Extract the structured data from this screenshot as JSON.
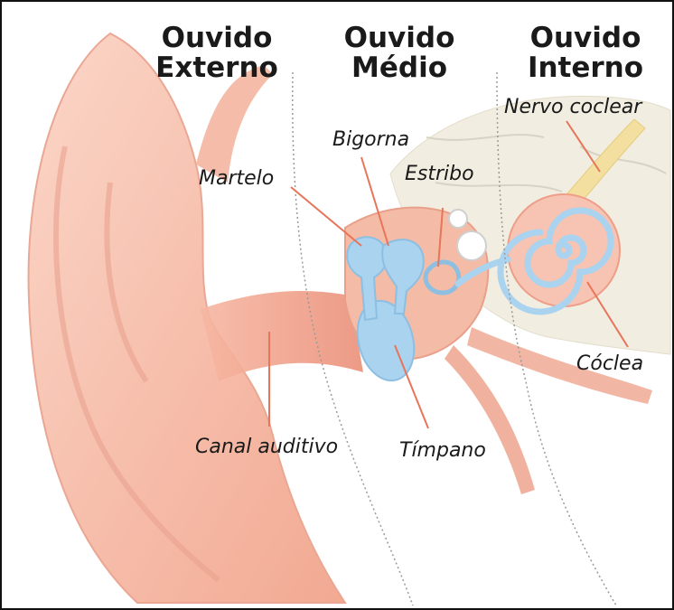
{
  "headings": {
    "external": {
      "line1": "Ouvido",
      "line2": "Externo"
    },
    "middle": {
      "line1": "Ouvido",
      "line2": "Médio"
    },
    "inner": {
      "line1": "Ouvido",
      "line2": "Interno"
    }
  },
  "labels": {
    "nervo": "Nervo coclear",
    "bigorna": "Bigorna",
    "estribo": "Estribo",
    "martelo": "Martelo",
    "coclea": "Cóclea",
    "canal": "Canal auditivo",
    "timpano": "Tímpano"
  },
  "colors": {
    "skin": "#f7c2b2",
    "skin_dark": "#ea9682",
    "ossicles": "#a9d3ef",
    "bone": "#f1ede0",
    "nerve": "#f3dfa0",
    "leader": "#e8745a"
  }
}
